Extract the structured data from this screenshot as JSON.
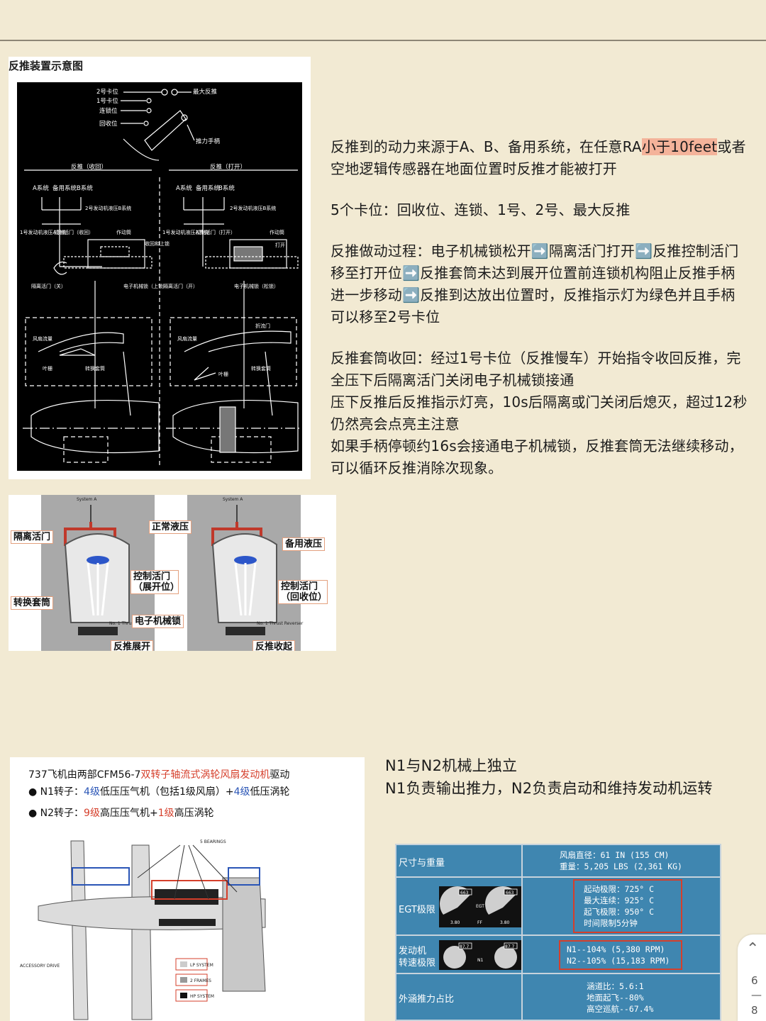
{
  "doc": {
    "panel1_caption": "反推装置示意图",
    "diagram1": {
      "left_title": "反推（收回）",
      "right_title": "反推（打开）",
      "lever_labels": [
        "2号卡位",
        "1号卡位",
        "连锁位",
        "回收位",
        "最大反推",
        "推力手柄"
      ],
      "left_systems": [
        "A系统",
        "备用系统",
        "B系统"
      ],
      "right_systems": [
        "A系统",
        "备用系统",
        "B系统"
      ],
      "left_labels": [
        "1号发动机液压A系统",
        "2号发动机液压B系统",
        "控制活门（收回）",
        "作动筒",
        "收回和上锁",
        "隔离活门（关）",
        "电子机械锁（上锁）",
        "风扇流量",
        "叶栅",
        "转换套筒"
      ],
      "right_labels": [
        "1号发动机液压A系统",
        "2号发动机液压B系统",
        "控制活门（打开）",
        "作动筒",
        "打开",
        "隔离活门（开）",
        "电子机械锁（松锁）",
        "风扇流量",
        "折流门",
        "叶栅",
        "转换套筒"
      ]
    },
    "diagram2": {
      "left": {
        "top": "System A",
        "labels": [
          "隔离活门",
          "正常液压",
          "控制活门（展开位）",
          "转换套筒",
          "电子机械锁"
        ],
        "caption": "反推展开",
        "small": "No. 1 Thrust Reverser"
      },
      "right": {
        "top": "System A",
        "labels": [
          "备用液压",
          "控制活门（回收位）"
        ],
        "caption": "反推收起",
        "small": "No. 1 Thrust Reverser"
      }
    },
    "text1": {
      "p1_before": "反推到的动力来源于A、B、备用系统，在任意RA",
      "p1_hl": "小于10feet",
      "p1_after": "或者空地逻辑传感器在地面位置时反推才能被打开",
      "p2": "5个卡位：回收位、连锁、1号、2号、最大反推",
      "p3": "反推做动过程：电子机械锁松开➡️隔离活门打开➡️反推控制活门移至打开位➡️反推套筒未达到展开位置前连锁机构阻止反推手柄进一步移动➡️反推到达放出位置时，反推指示灯为绿色并且手柄可以移至2号卡位",
      "p4_lines": [
        "反推套筒收回：经过1号卡位（反推慢车）开始指令收回反推，完全压下后隔离活门关闭电子机械锁接通",
        "压下反推后反推指示灯亮，10s后隔离或门关闭后熄灭，超过12秒仍然亮会点亮主注意",
        "如果手柄停顿约16s会接通电子机械锁，反推套筒无法继续移动，可以循环反推消除次现象。"
      ]
    },
    "engine": {
      "title_before": "737飞机由两部CFM56-7",
      "title_red": "双转子轴流式涡轮风扇发动机",
      "title_after": "驱动",
      "n1_a": "● N1转子：",
      "n1_b": "4级",
      "n1_c": "低压压气机（包括1级风扇）+",
      "n1_d": "4级",
      "n1_e": "低压涡轮",
      "n2_a": "● N2转子：",
      "n2_b": "9级",
      "n2_c": "高压压气机+",
      "n2_d": "1级",
      "n2_e": "高压涡轮",
      "bearings": "5 BEARINGS",
      "accessory": "ACCESSORY DRIVE",
      "legend": [
        "LP SYSTEM",
        "2 FRAMES",
        "HP SYSTEM"
      ]
    },
    "text2": {
      "l1": "N1与N2机械上独立",
      "l2": "N1负责输出推力，N2负责启动和维持发动机运转"
    },
    "table": {
      "r1_label": "尺寸与重量",
      "r1_values": [
        "风扇直径：61 IN (155 CM)",
        "重量：5,205 LBS (2,361 KG)"
      ],
      "r2_label": "EGT极限",
      "r2_gauge": [
        "663",
        "663",
        "EGT",
        "3.80",
        "FF",
        "3.80"
      ],
      "r2_values": [
        "起动极限：725° C",
        "最大连续：925° C",
        "起飞极限：950° C",
        "时间限制5分钟"
      ],
      "r3_label_1": "发动机",
      "r3_label_2": "转速极限",
      "r3_gauge": [
        "87.7",
        "87.7",
        "N1"
      ],
      "r3_values": [
        "N1--104%  (5,380 RPM)",
        "N2--105%  (15,183 RPM)"
      ],
      "r4_label": "外涵推力占比",
      "r4_values": [
        "涵道比：5.6:1",
        "地面起飞--80%",
        "高空巡航--67.4%"
      ]
    },
    "pager": {
      "current": "6",
      "sep": "—",
      "total": "8"
    }
  },
  "colors": {
    "page_bg": "#f2ead3",
    "highlight": "#f4b39a",
    "red_box": "#d53f2b",
    "blue_box": "#2a55b6",
    "table_bg": "#3f86b0"
  }
}
